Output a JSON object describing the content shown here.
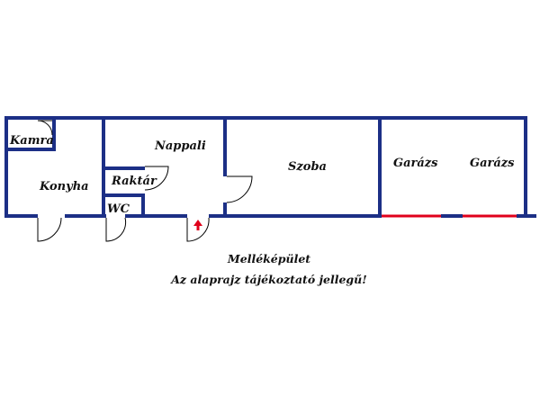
{
  "rooms": {
    "kamra": "Kamra",
    "konyha": "Konyha",
    "nappali": "Nappali",
    "raktar": "Raktár",
    "wc": "WC",
    "szoba": "Szoba",
    "garazs_1": "Garázs",
    "garazs_2": "Garázs"
  },
  "caption": {
    "title": "Melléképület",
    "note": "Az alaprajz tájékoztató jellegű!"
  },
  "colors": {
    "wall": "#1c2f86",
    "gate": "#e0001b",
    "entrance_arrow": "#e0001b"
  },
  "icons": {
    "entrance": "entrance-arrow-icon"
  }
}
